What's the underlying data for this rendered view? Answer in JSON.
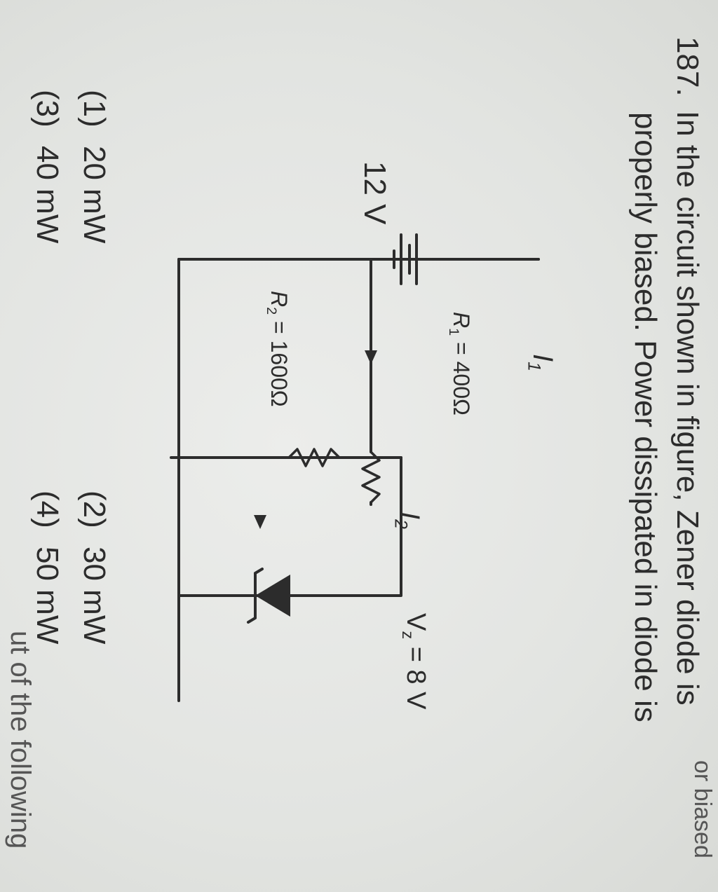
{
  "question": {
    "number": "187.",
    "line1": "In the circuit shown in figure, Zener diode is",
    "line2": "properly biased. Power dissipated in diode is"
  },
  "circuit": {
    "battery_label": "12 V",
    "r1_symbol": "R",
    "r1_sub": "1",
    "r1_value": "= 400Ω",
    "r2_symbol": "R",
    "r2_sub": "2",
    "r2_value": "= 1600Ω",
    "i1_symbol": "I",
    "i1_sub": "1",
    "i2_symbol": "I",
    "i2_sub": "2",
    "vz_symbol": "V",
    "vz_sub": "z",
    "vz_value": "= 8 V"
  },
  "options": [
    {
      "num": "(1)",
      "text": "20 mW"
    },
    {
      "num": "(2)",
      "text": "30 mW"
    },
    {
      "num": "(3)",
      "text": "40 mW"
    },
    {
      "num": "(4)",
      "text": "50 mW"
    }
  ],
  "fragments": {
    "top_right": "or biased",
    "bottom": "ut of the following"
  }
}
